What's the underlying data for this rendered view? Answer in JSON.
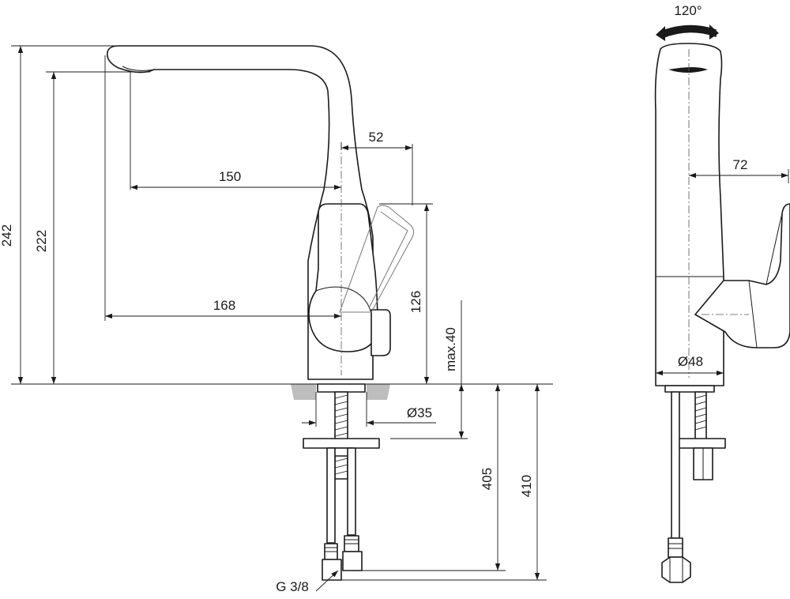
{
  "dimensions": {
    "height_total": "242",
    "height_outlet": "222",
    "reach_outlet": "150",
    "reach_total": "168",
    "handle_offset": "52",
    "lever_height": "126",
    "countertop_max": "max.40",
    "hole_diameter": "Ø35",
    "hose_length_short": "405",
    "hose_length_long": "410",
    "connection_thread": "G 3/8",
    "swivel_angle": "120°",
    "side_handle_depth": "72",
    "body_diameter": "Ø48"
  }
}
